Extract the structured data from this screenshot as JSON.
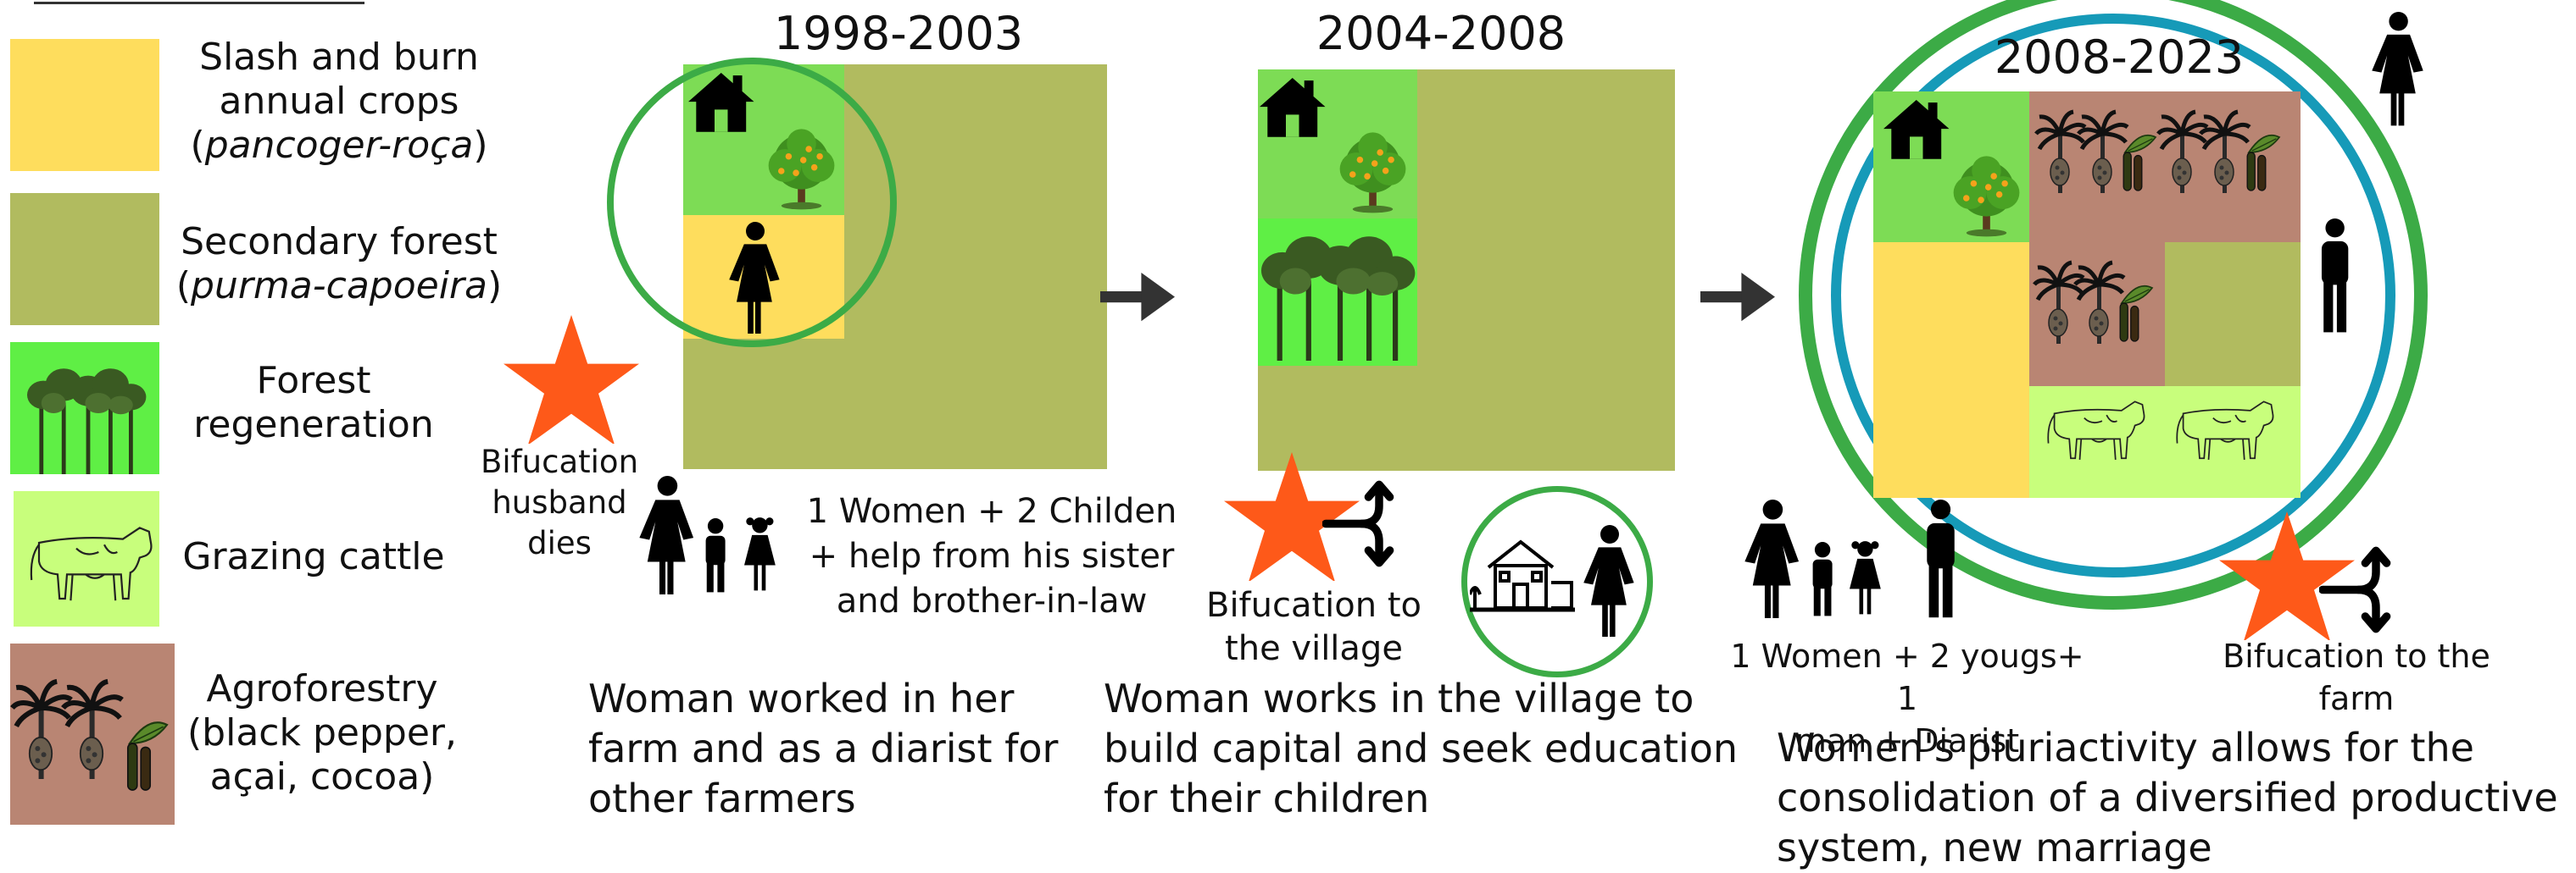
{
  "legend": {
    "items": [
      {
        "line1": "Slash and burn",
        "line2": "annual crops",
        "line3_prefix": "(",
        "line3_italic": "pancoger-roça",
        "line3_suffix": ")",
        "color": "#fedd5d"
      },
      {
        "line1": "Secondary forest",
        "line2_prefix": "(",
        "line2_italic": "purma-capoeira",
        "line2_suffix": ")",
        "color": "#b1bb5f"
      },
      {
        "line1": "Forest",
        "line2": "regeneration",
        "color": "#5fef45"
      },
      {
        "line1": "Grazing cattle",
        "color": "#c8fe7c"
      },
      {
        "line1": "Agroforestry",
        "line2": "(black pepper,",
        "line3": "açai, cocoa)",
        "color": "#b98573"
      }
    ]
  },
  "periods": [
    {
      "title": "1998-2003",
      "description": [
        "Woman worked in her",
        "farm and as a diarist for",
        "other farmers"
      ]
    },
    {
      "title": "2004-2008",
      "description": [
        "Woman works in the village to",
        "build capital and seek education",
        "for their children"
      ]
    },
    {
      "title": "2008-2023",
      "description": [
        "Women's pluriactivity allows for the",
        "consolidation of a diversified productive",
        "system, new marriage"
      ]
    }
  ],
  "bifurcations": {
    "husband": [
      "Bifucation",
      "husband",
      "dies"
    ],
    "village": [
      "Bifucation to",
      "the village"
    ],
    "farm": [
      "Bifucation to the",
      "farm"
    ]
  },
  "household": {
    "p1": [
      "1 Women + 2 Childen",
      "+ help from his sister",
      "and brother-in-law"
    ],
    "p3": [
      "1 Women + 2 yougs+ 1",
      "man  + Diarist"
    ]
  },
  "colors": {
    "yellow": "#fedd5d",
    "olive": "#b1bb5f",
    "light_green": "#7ddc55",
    "bright_green": "#5fef45",
    "pale_green": "#c8fe7c",
    "agro_brown": "#b98573",
    "ring_green": "#3cab46",
    "ring_teal": "#169ab8",
    "star": "#fe5919",
    "arrow": "#333333"
  },
  "icons": [
    "house-icon",
    "orange-tree-icon",
    "forest-trees-icon",
    "cow-icon",
    "palm-pepper-icon",
    "woman-icon",
    "man-icon",
    "child-icon",
    "star-icon",
    "fork-arrow-icon",
    "right-arrow-icon",
    "village-icon"
  ]
}
